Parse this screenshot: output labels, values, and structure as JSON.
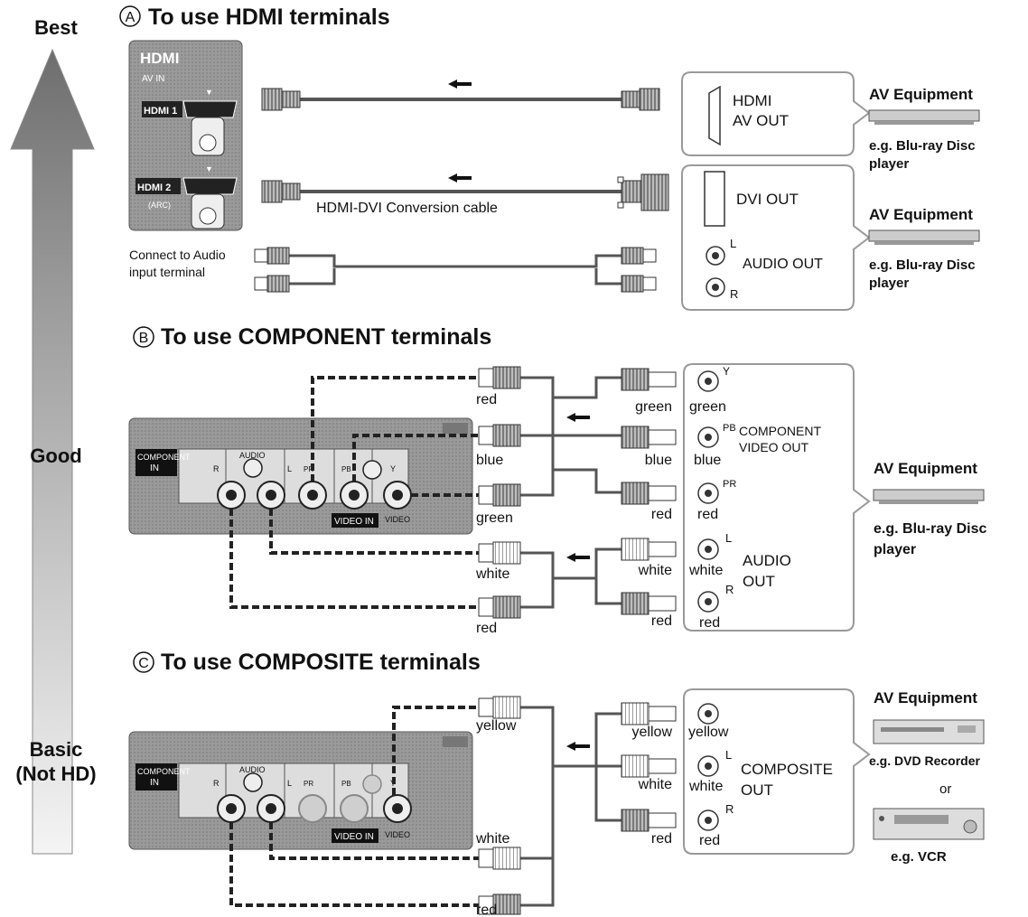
{
  "levels": {
    "best": "Best",
    "good": "Good",
    "basic_line1": "Basic",
    "basic_line2": "(Not HD)"
  },
  "section_a": {
    "marker": "A",
    "title": "To use HDMI terminals",
    "tv_panel": {
      "logo": "HDMI",
      "av_in": "AV IN",
      "hdmi1": "HDMI 1",
      "hdmi2": "HDMI 2",
      "arc": "(ARC)"
    },
    "conversion_cable": "HDMI-DVI Conversion cable",
    "audio_note_line1": "Connect to Audio",
    "audio_note_line2": "input terminal",
    "box1": {
      "line1": "HDMI",
      "line2": "AV OUT"
    },
    "box2": {
      "dvi": "DVI OUT",
      "audio": "AUDIO OUT",
      "l": "L",
      "r": "R"
    },
    "equip1": {
      "title": "AV Equipment",
      "line1": "e.g. Blu-ray Disc",
      "line2": "player"
    },
    "equip2": {
      "title": "AV Equipment",
      "line1": "e.g. Blu-ray Disc",
      "line2": "player"
    }
  },
  "section_b": {
    "marker": "B",
    "title": "To use COMPONENT terminals",
    "panel": {
      "comp_in_1": "COMPONENT",
      "comp_in_2": "IN",
      "r": "R",
      "audio": "AUDIO",
      "l": "L",
      "pr": "PR",
      "pb": "PB",
      "y": "Y",
      "video_in": "VIDEO IN",
      "video": "VIDEO"
    },
    "left_labels": [
      "red",
      "blue",
      "green",
      "white",
      "red"
    ],
    "right_labels": [
      "green",
      "blue",
      "red",
      "white",
      "red"
    ],
    "box_labels": [
      "green",
      "blue",
      "red",
      "white",
      "red"
    ],
    "jack_marks": [
      "Y",
      "PB",
      "PR",
      "L",
      "R"
    ],
    "component_out_1": "COMPONENT",
    "component_out_2": "VIDEO OUT",
    "audio_out_1": "AUDIO",
    "audio_out_2": "OUT",
    "equip": {
      "title": "AV Equipment",
      "line1": "e.g. Blu-ray Disc",
      "line2": "player"
    }
  },
  "section_c": {
    "marker": "C",
    "title": "To use COMPOSITE terminals",
    "left_labels": [
      "yellow",
      "white",
      "red"
    ],
    "right_labels": [
      "yellow",
      "white",
      "red"
    ],
    "box_labels": [
      "yellow",
      "white",
      "red"
    ],
    "jack_marks": [
      "L",
      "R"
    ],
    "composite_out_1": "COMPOSITE",
    "composite_out_2": "OUT",
    "equip": {
      "title": "AV Equipment",
      "line1": "e.g. DVD Recorder",
      "or": "or",
      "line2": "e.g. VCR"
    }
  }
}
